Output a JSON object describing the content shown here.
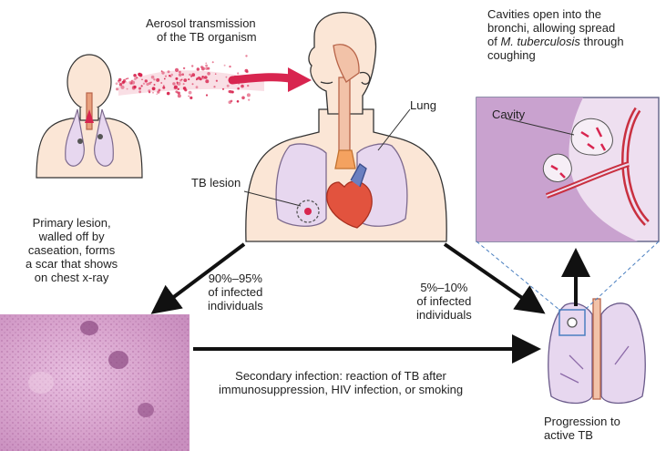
{
  "labels": {
    "aerosol": [
      "Aerosol transmission",
      "of the TB organism"
    ],
    "lung": "Lung",
    "tb_lesion": "TB lesion",
    "cavities": {
      "line1": "Cavities open into the",
      "line2": "bronchi, allowing spread",
      "line3_prefix": "of ",
      "line3_italic": "M. tuberculosis",
      "line3_suffix": " through",
      "line4": "coughing"
    },
    "cavity": "Cavity",
    "primary": [
      "Primary lesion,",
      "walled off by",
      "caseation, forms",
      "a scar that shows",
      "on chest x-ray"
    ],
    "pct_90": [
      "90%–95%",
      "of infected",
      "individuals"
    ],
    "pct_5": [
      "5%–10%",
      "of infected",
      "individuals"
    ],
    "secondary": [
      "Secondary infection: reaction of TB after",
      "immunosuppression, HIV infection, or smoking"
    ],
    "progression": [
      "Progression to",
      "active TB"
    ]
  },
  "colors": {
    "skin": "#fbe6d6",
    "lung": "#e7d7ef",
    "lung_stroke": "#7d6a8e",
    "arrow": "#111111",
    "aerosol": "#d8254f",
    "heart": "#e2533e",
    "histology": "#d9a9cf",
    "cavity_panel": "#c9a2cf"
  }
}
